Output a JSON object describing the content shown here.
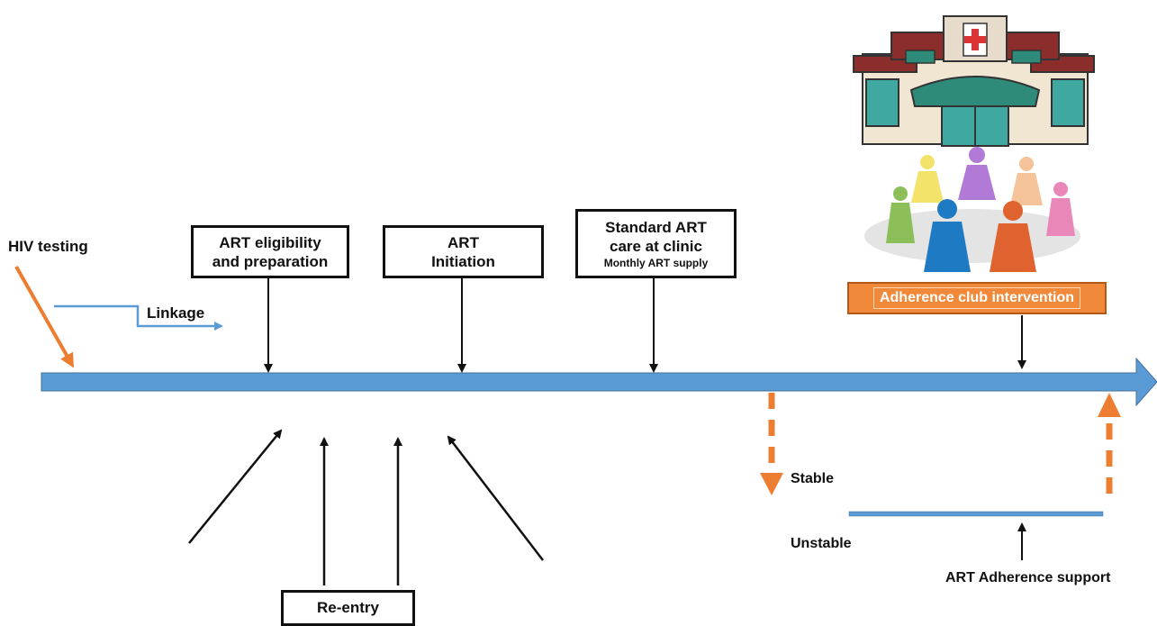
{
  "labels": {
    "hiv_testing": "HIV testing",
    "linkage": "Linkage",
    "stable": "Stable",
    "unstable": "Unstable",
    "adherence_support": "ART Adherence support"
  },
  "boxes": {
    "eligibility": [
      "ART eligibility",
      "and preparation"
    ],
    "initiation": [
      "ART",
      "Initiation"
    ],
    "standard_care": [
      "Standard ART",
      "care at clinic"
    ],
    "standard_care_sub": "Monthly ART supply",
    "reentry": "Re-entry",
    "adherence_club": "Adherence club intervention"
  },
  "icons": {
    "clinic": "clinic-building-icon",
    "community": "people-circle-icon"
  },
  "colors": {
    "timeline": "#5b9bd5",
    "orange": "#ed7d31",
    "clinic_roof": "#8b2e2b",
    "clinic_awning": "#2e8b7a"
  }
}
